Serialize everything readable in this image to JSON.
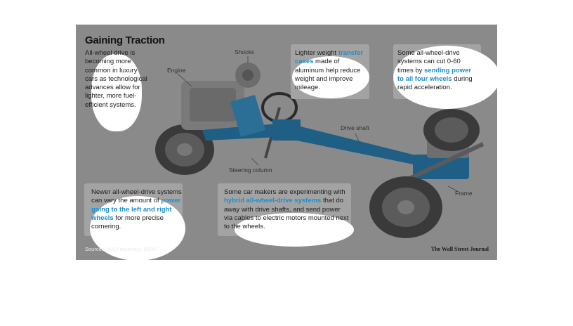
{
  "title": "Gaining Traction",
  "intro": "All-wheel drive is becoming more common in luxury cars as technological advances allow for lighter, more fuel-efficient systems.",
  "callout_lighter": {
    "before": "Lighter weight ",
    "highlight": "transfer cases",
    "after": " made of aluminum help reduce weight and improve mileage."
  },
  "callout_accel": {
    "before": "Some all-wheel-drive systems can cut 0-60 times by ",
    "highlight": "sending power to all four wheels",
    "after": " during rapid acceleration."
  },
  "callout_vary": {
    "before": "Newer all-wheel-drive systems can vary the amount of ",
    "highlight": "power going to the left and right wheels",
    "after": " for more precise cornering."
  },
  "callout_hybrid": {
    "before": "Some car makers are experimenting with ",
    "highlight": "hybrid all-wheel-drive systems",
    "after": " that do away with drive shafts, and send power via cables to electric motors mounted next to the wheels."
  },
  "labels": {
    "shocks": "Shocks",
    "engine": "Engine",
    "drive_shaft": "Drive shaft",
    "steering_column": "Steering column",
    "frame": "Frame"
  },
  "source": "Sources: WSJ reporting; BMW",
  "credit": "The Wall Street Journal",
  "colors": {
    "highlight": "#1a8fd0",
    "drivetrain": "#1f5f86",
    "panel": "#8a8a8a"
  }
}
